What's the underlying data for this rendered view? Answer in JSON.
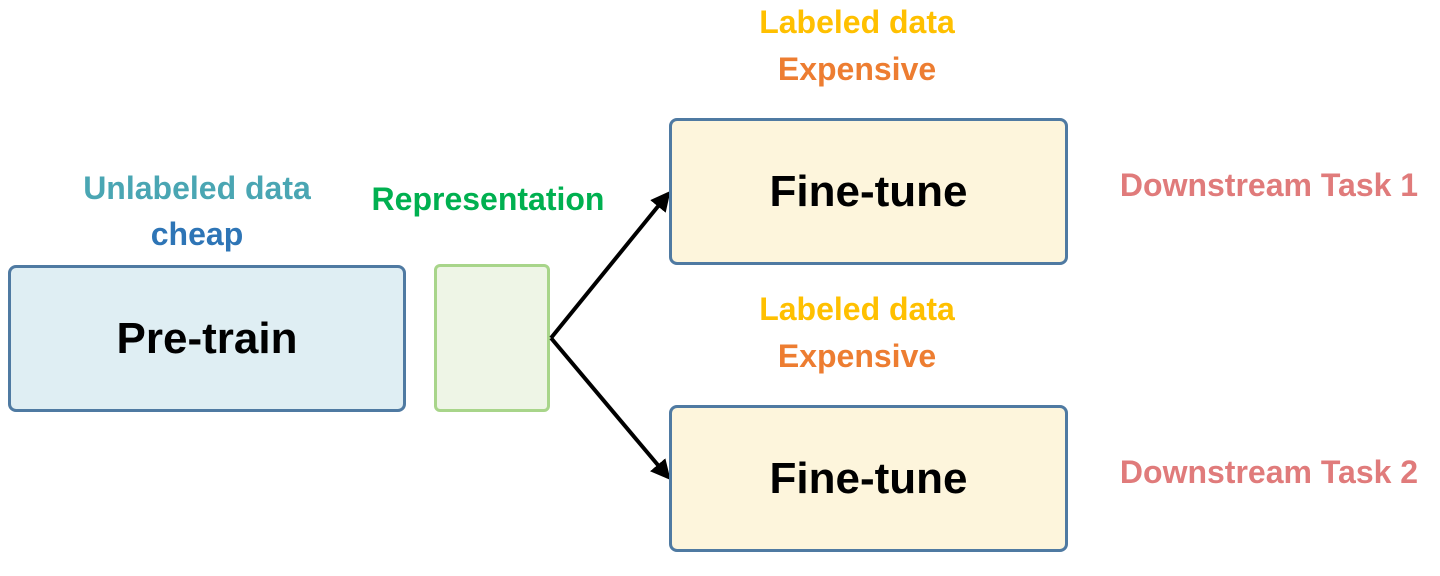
{
  "colors": {
    "unlabeled": "#4aa6b3",
    "cheap": "#2e75b6",
    "representation": "#00b050",
    "labeled": "#ffc000",
    "expensive": "#ed7d31",
    "downstream": "#e07b7b",
    "box_border": "#4f7aa2",
    "pretrain_fill": "#dfeef3",
    "representation_fill": "#eef5e6",
    "representation_border": "#a8d58a",
    "finetune_fill": "#fdf5dc",
    "arrow": "#000000"
  },
  "pretrain": {
    "data_label": "Unlabeled data",
    "cost_label": "cheap",
    "box_label": "Pre-train"
  },
  "representation": {
    "label": "Representation"
  },
  "finetune": [
    {
      "data_label": "Labeled data",
      "cost_label": "Expensive",
      "box_label": "Fine-tune",
      "task_label": "Downstream Task 1"
    },
    {
      "data_label": "Labeled data",
      "cost_label": "Expensive",
      "box_label": "Fine-tune",
      "task_label": "Downstream Task 2"
    }
  ]
}
